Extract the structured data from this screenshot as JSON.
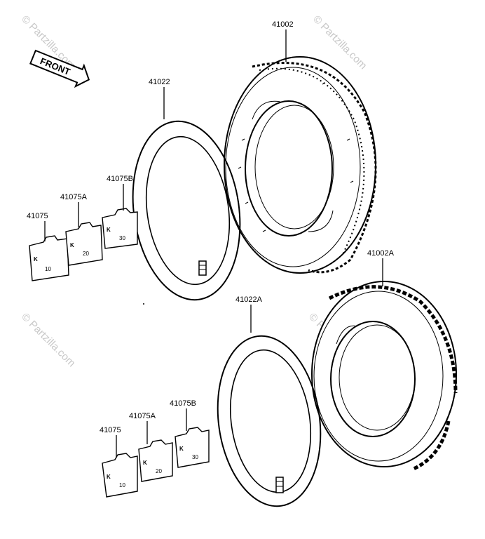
{
  "watermark": {
    "text": "© Partzilla.com"
  },
  "front_marker": {
    "label": "FRONT"
  },
  "callouts": {
    "tire_front": "41002",
    "tire_rear": "41002A",
    "tube_front": "41022",
    "tube_rear": "41022A",
    "weight_a_top": "41075",
    "weight_b_top": "41075A",
    "weight_c_top": "41075B",
    "weight_a_bottom": "41075",
    "weight_b_bottom": "41075A",
    "weight_c_bottom": "41075B"
  },
  "weight_tags": {
    "a": "10",
    "b": "20",
    "c": "30",
    "logo": "K"
  },
  "colors": {
    "ink": "#000000",
    "watermark": "#c8c8c8",
    "background": "#ffffff"
  }
}
